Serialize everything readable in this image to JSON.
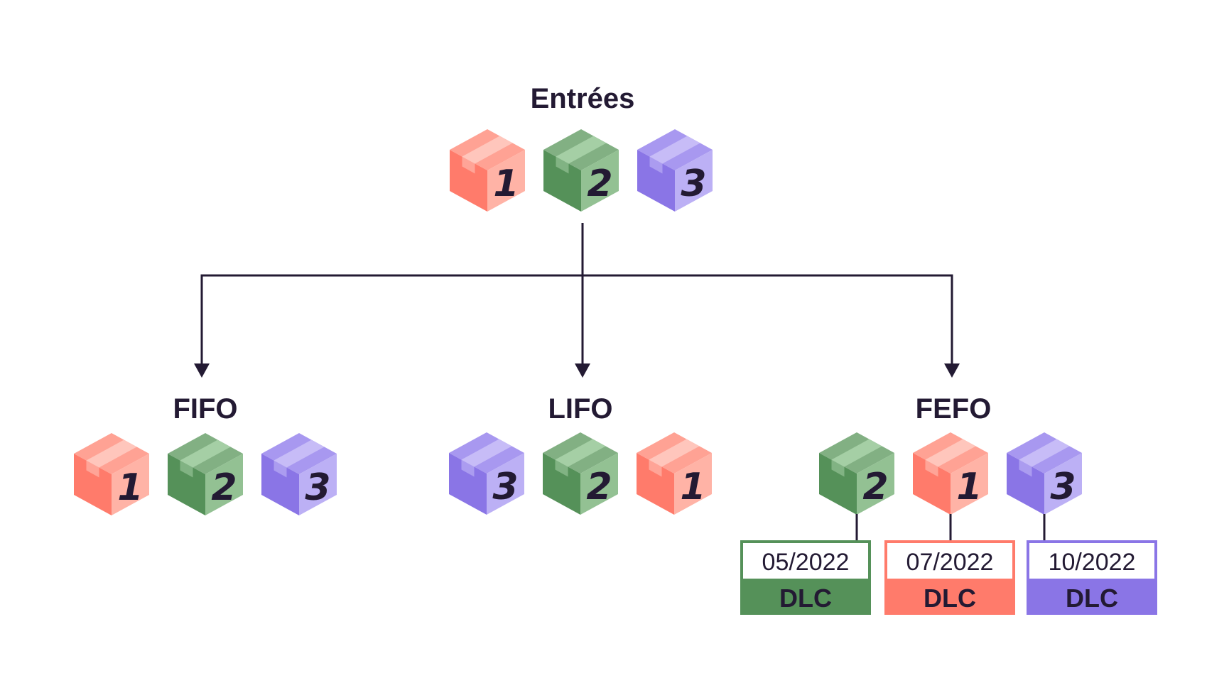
{
  "colors": {
    "ink": "#231a33",
    "red": {
      "left": "#ff7b6b",
      "right": "#ffb3a6",
      "top": "#ffa294",
      "tape": "#ffc6bc"
    },
    "green": {
      "left": "#559159",
      "right": "#93c193",
      "top": "#82b083",
      "tape": "#a5cfa5"
    },
    "purple": {
      "left": "#8a75e6",
      "right": "#bcb0f5",
      "top": "#a898f0",
      "tape": "#c7bcf7"
    }
  },
  "sections": {
    "entrees": {
      "title": "Entrées",
      "boxes": [
        {
          "label": "1",
          "color": "red"
        },
        {
          "label": "2",
          "color": "green"
        },
        {
          "label": "3",
          "color": "purple"
        }
      ]
    },
    "fifo": {
      "title": "FIFO",
      "boxes": [
        {
          "label": "1",
          "color": "red"
        },
        {
          "label": "2",
          "color": "green"
        },
        {
          "label": "3",
          "color": "purple"
        }
      ]
    },
    "lifo": {
      "title": "LIFO",
      "boxes": [
        {
          "label": "3",
          "color": "purple"
        },
        {
          "label": "2",
          "color": "green"
        },
        {
          "label": "1",
          "color": "red"
        }
      ]
    },
    "fefo": {
      "title": "FEFO",
      "boxes": [
        {
          "label": "2",
          "color": "green"
        },
        {
          "label": "1",
          "color": "red"
        },
        {
          "label": "3",
          "color": "purple"
        }
      ]
    }
  },
  "fefo_tags": [
    {
      "date": "05/2022",
      "label": "DLC",
      "color": "green"
    },
    {
      "date": "07/2022",
      "label": "DLC",
      "color": "red"
    },
    {
      "date": "10/2022",
      "label": "DLC",
      "color": "purple"
    }
  ]
}
